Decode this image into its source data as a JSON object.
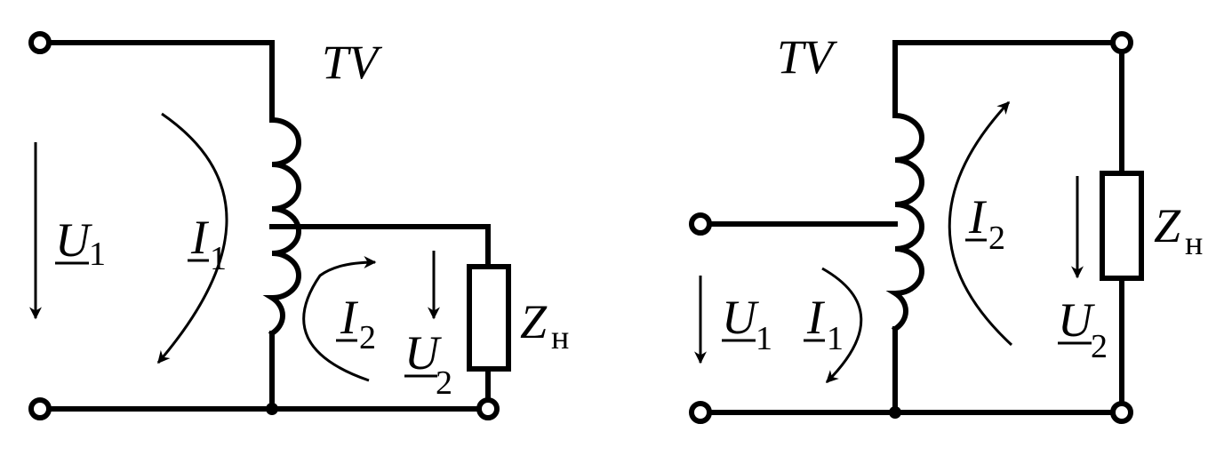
{
  "left": {
    "transformer": "TV",
    "u1": {
      "main": "U",
      "sub": "1"
    },
    "i1": {
      "main": "I",
      "sub": "1"
    },
    "i2": {
      "main": "I",
      "sub": "2"
    },
    "u2": {
      "main": "U",
      "sub": "2"
    },
    "z": {
      "main": "Z",
      "sub": "н"
    }
  },
  "right": {
    "transformer": "TV",
    "u1": {
      "main": "U",
      "sub": "1"
    },
    "i1": {
      "main": "I",
      "sub": "1"
    },
    "i2": {
      "main": "I",
      "sub": "2"
    },
    "u2": {
      "main": "U",
      "sub": "2"
    },
    "z": {
      "main": "Z",
      "sub": "н"
    }
  }
}
